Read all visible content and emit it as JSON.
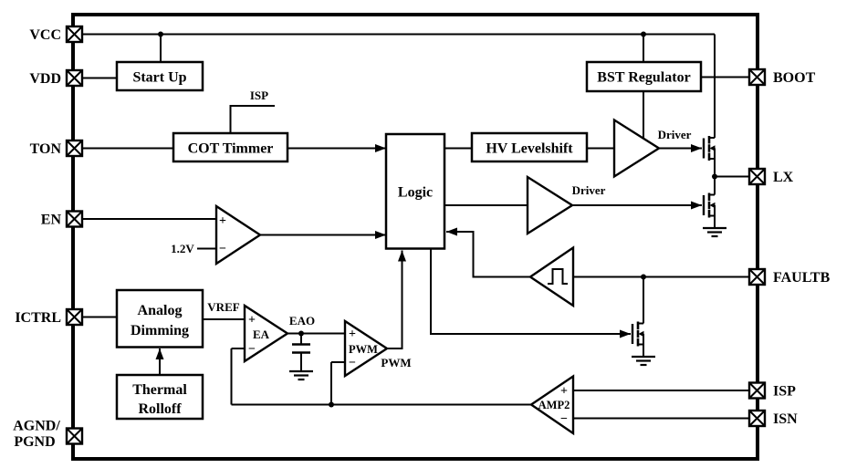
{
  "pins_left": [
    {
      "label": "VCC"
    },
    {
      "label": "VDD"
    },
    {
      "label": "TON"
    },
    {
      "label": "EN"
    },
    {
      "label": "ICTRL"
    },
    {
      "label": "AGND/",
      "label2": "PGND"
    }
  ],
  "pins_right": [
    {
      "label": "BOOT"
    },
    {
      "label": "LX"
    },
    {
      "label": "FAULTB"
    },
    {
      "label": "ISP"
    },
    {
      "label": "ISN"
    }
  ],
  "blocks": {
    "startup": "Start Up",
    "cot_timer": "COT Timmer",
    "hv_levelshift": "HV Levelshift",
    "bst_regulator": "BST Regulator",
    "logic": "Logic",
    "analog_dimming_line1": "Analog",
    "analog_dimming_line2": "Dimming",
    "thermal_rolloff_line1": "Thermal",
    "thermal_rolloff_line2": "Rolloff"
  },
  "amplifiers": {
    "ea": "EA",
    "pwm": "PWM",
    "amp2": "AMP2",
    "plus": "+",
    "minus": "−"
  },
  "signals": {
    "isp_sense": "ISP",
    "en_ref": "1.2V",
    "vref": "VREF",
    "eao": "EAO",
    "pwm_out": "PWM",
    "driver_high": "Driver",
    "driver_low": "Driver"
  },
  "colors": {
    "ink": "#000000",
    "background": "#ffffff"
  }
}
